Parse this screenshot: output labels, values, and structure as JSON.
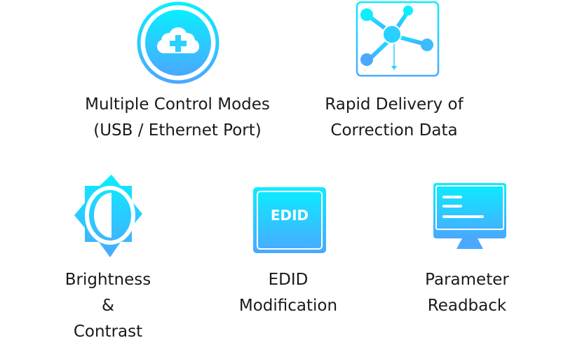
{
  "features": [
    {
      "icon": "cloud-plus-icon",
      "lines": [
        "Multiple Control Modes",
        "(USB / Ethernet Port)"
      ]
    },
    {
      "icon": "network-delivery-icon",
      "lines": [
        "Rapid Delivery of",
        "Correction Data"
      ]
    },
    {
      "icon": "brightness-contrast-icon",
      "lines": [
        "Brightness",
        "&",
        "Contrast"
      ]
    },
    {
      "icon": "edid-icon",
      "icon_text": "EDID",
      "lines": [
        "EDID",
        "Modification"
      ]
    },
    {
      "icon": "monitor-readback-icon",
      "lines": [
        "Parameter",
        "Readback"
      ]
    }
  ],
  "colors": {
    "gradient_top": "#0aeeff",
    "gradient_bottom": "#4aa8ff"
  }
}
